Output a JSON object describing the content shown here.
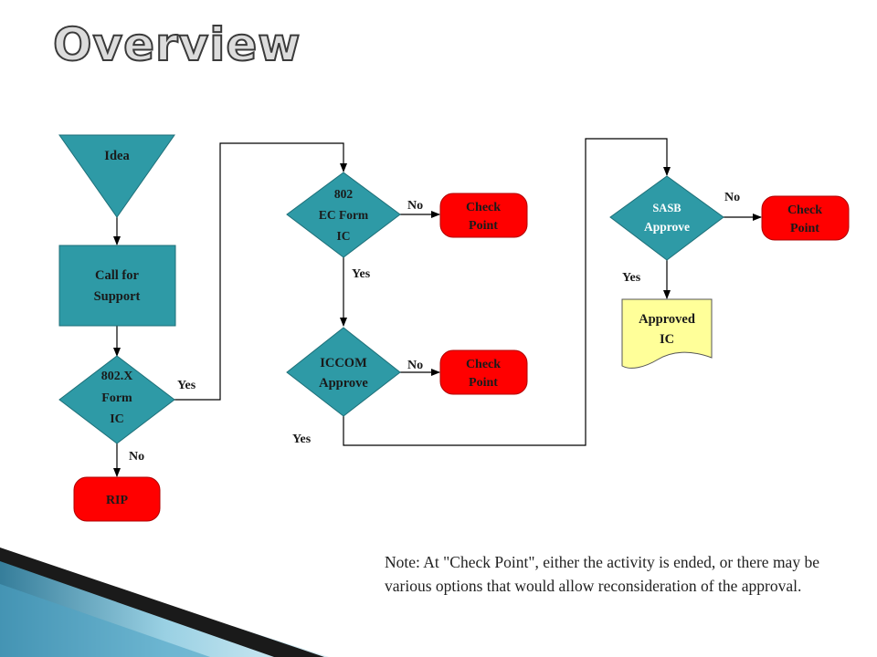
{
  "slide": {
    "title": "Overview",
    "note": "Note: At \"Check Point\", either the activity is ended, or there may be various options that would allow reconsideration of the approval."
  },
  "colors": {
    "process_fill": "#2e9aa6",
    "checkpoint_fill": "#ff0000",
    "approved_fill": "#ffff99",
    "line": "#000000"
  },
  "nodes": {
    "idea": {
      "label": "Idea",
      "shape": "inverted-triangle"
    },
    "call_support": {
      "lines": [
        "Call for",
        "Support"
      ],
      "shape": "rectangle"
    },
    "form_802x": {
      "lines": [
        "802.X",
        "Form",
        "IC"
      ],
      "shape": "diamond"
    },
    "rip": {
      "label": "RIP",
      "shape": "rounded-rectangle"
    },
    "form_802ec": {
      "lines": [
        "802",
        "EC Form",
        "IC"
      ],
      "shape": "diamond"
    },
    "checkpoint_1": {
      "lines": [
        "Check",
        "Point"
      ],
      "shape": "rounded-rectangle"
    },
    "iccom": {
      "lines": [
        "ICCOM",
        "Approve"
      ],
      "shape": "diamond"
    },
    "checkpoint_2": {
      "lines": [
        "Check",
        "Point"
      ],
      "shape": "rounded-rectangle"
    },
    "sasb": {
      "lines": [
        "SASB",
        "Approve"
      ],
      "shape": "diamond"
    },
    "checkpoint_3": {
      "lines": [
        "Check",
        "Point"
      ],
      "shape": "rounded-rectangle"
    },
    "approved": {
      "lines": [
        "Approved",
        "IC"
      ],
      "shape": "document"
    }
  },
  "edge_labels": {
    "form802x_yes": "Yes",
    "form802x_no": "No",
    "form802ec_no": "No",
    "form802ec_yes": "Yes",
    "iccom_no": "No",
    "iccom_yes": "Yes",
    "sasb_no": "No",
    "sasb_yes": "Yes"
  }
}
